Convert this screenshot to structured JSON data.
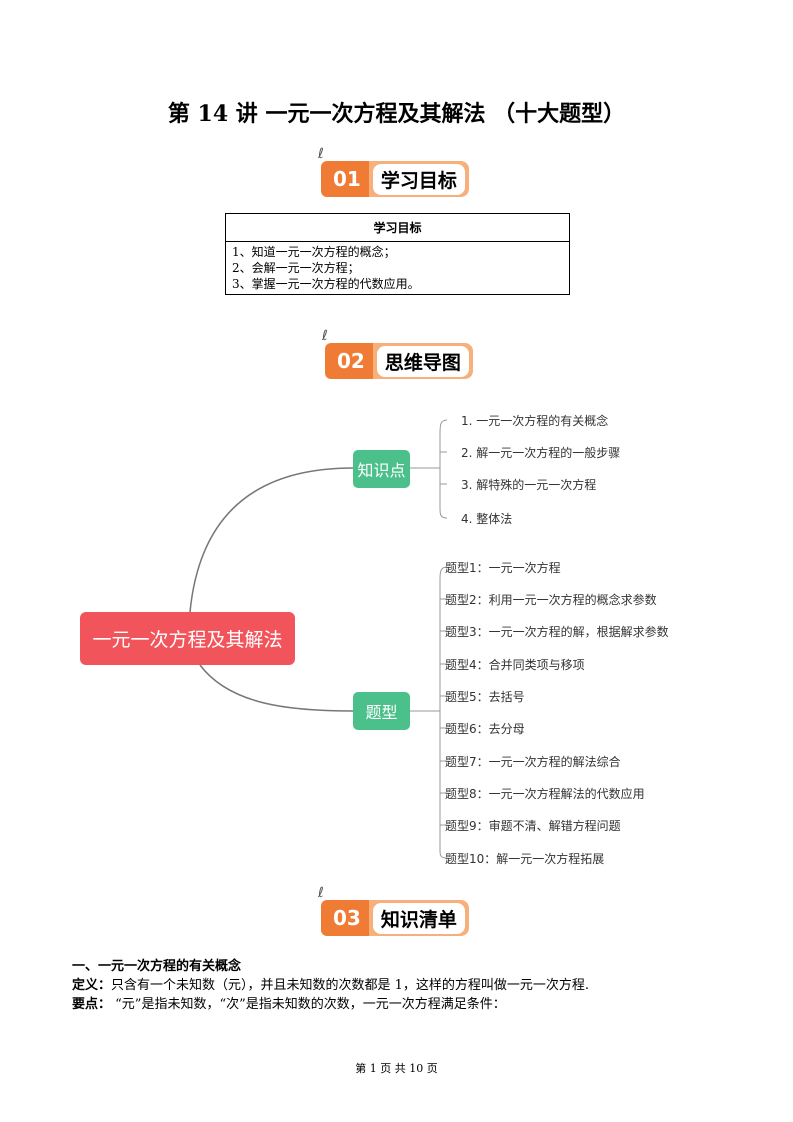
{
  "title": "第 14 讲  一元一次方程及其解法 （十大题型）",
  "sections": [
    {
      "num": "01",
      "label": "学习目标"
    },
    {
      "num": "02",
      "label": "思维导图"
    },
    {
      "num": "03",
      "label": "知识清单"
    }
  ],
  "goals": {
    "header": "学习目标",
    "items": [
      "1、知道一元一次方程的概念；",
      "2、会解一元一次方程；",
      "3、掌握一元一次方程的代数应用。"
    ]
  },
  "mindmap": {
    "root": "一元一次方程及其解法",
    "branches": [
      {
        "label": "知识点",
        "leaves": [
          "1. 一元一次方程的有关概念",
          "2. 解一元一次方程的一般步骤",
          "3. 解特殊的一元一次方程",
          "4. 整体法"
        ]
      },
      {
        "label": "题型",
        "leaves": [
          "题型1：一元一次方程",
          "题型2：利用一元一次方程的概念求参数",
          "题型3：一元一次方程的解，根据解求参数",
          "题型4：合并同类项与移项",
          "题型5：去括号",
          "题型6：去分母",
          "题型7：一元一次方程的解法综合",
          "题型8：一元一次方程解法的代数应用",
          "题型9：审题不清、解错方程问题",
          "题型10：解一元一次方程拓展"
        ]
      }
    ]
  },
  "knowledge": {
    "heading": "一、一元一次方程的有关概念",
    "def_label": "定义：",
    "def_text": "只含有一个未知数（元），并且未知数的次数都是 1，这样的方程叫做一元一次方程.",
    "key_label": "要点：",
    "key_text": " “元”是指未知数，“次”是指未知数的次数，一元一次方程满足条件："
  },
  "footer": "第  1  页  共  10  页"
}
